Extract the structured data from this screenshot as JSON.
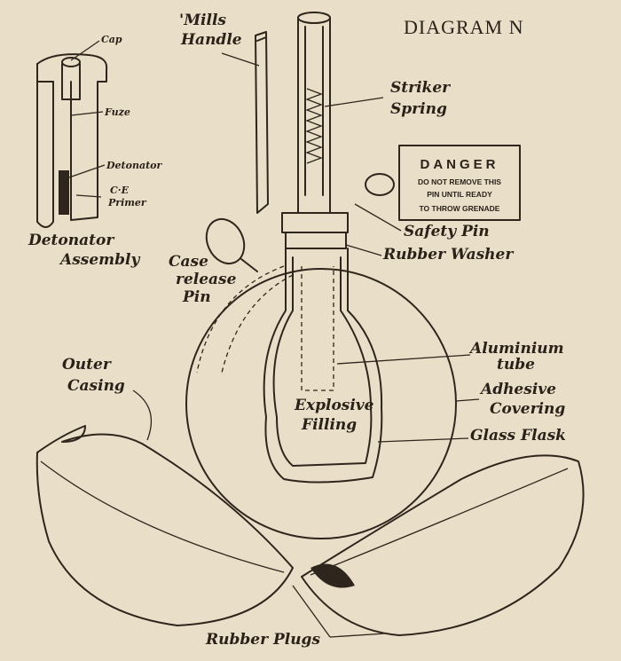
{
  "title": "DIAGRAM N",
  "labels": {
    "cap": "Cap",
    "fuze": "Fuze",
    "detonator": "Detonator",
    "ce": "C·E",
    "primer": "Primer",
    "det_assembly_1": "Detonator",
    "det_assembly_2": "Assembly",
    "mills": "'Mills",
    "handle": "Handle",
    "striker": "Striker",
    "spring": "Spring",
    "safety_pin": "Safety Pin",
    "rubber_washer": "Rubber Washer",
    "case_1": "Case",
    "case_2": "release",
    "case_3": "Pin",
    "outer_1": "Outer",
    "outer_2": "Casing",
    "aluminium_1": "Aluminium",
    "aluminium_2": "tube",
    "adhesive_1": "Adhesive",
    "adhesive_2": "Covering",
    "explosive_1": "Explosive",
    "explosive_2": "Filling",
    "glass_flask": "Glass Flask",
    "rubber_plugs": "Rubber Plugs"
  },
  "danger_sign": {
    "heading": "DANGER",
    "line1": "DO NOT REMOVE THIS",
    "line2": "PIN UNTIL READY",
    "line3": "TO THROW GRENADE"
  }
}
